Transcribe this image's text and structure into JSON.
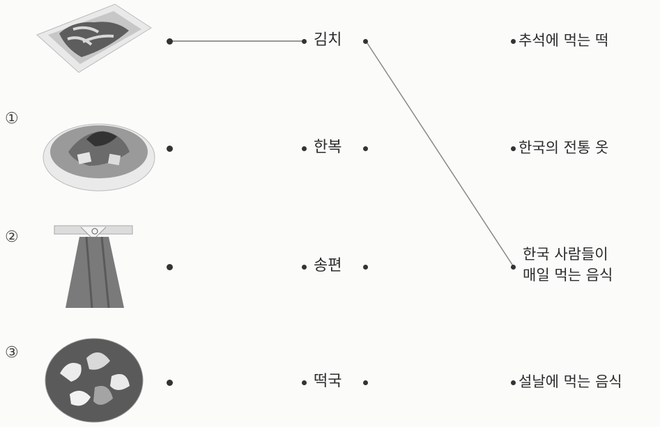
{
  "rows": [
    {
      "number": "",
      "word": "김치",
      "description": "추석에 먹는 떡",
      "picture_icon": "kimchi-dish-icon"
    },
    {
      "number": "①",
      "word": "한복",
      "description": "한국의 전통 옷",
      "picture_icon": "soup-bowl-icon"
    },
    {
      "number": "②",
      "word": "송편",
      "description": "한국 사람들이\n매일 먹는 음식",
      "picture_icon": "hanbok-icon"
    },
    {
      "number": "③",
      "word": "떡국",
      "description": "설날에 먹는 음식",
      "picture_icon": "songpyeon-plate-icon"
    }
  ],
  "colors": {
    "line": "#777777",
    "dot": "#333333"
  }
}
